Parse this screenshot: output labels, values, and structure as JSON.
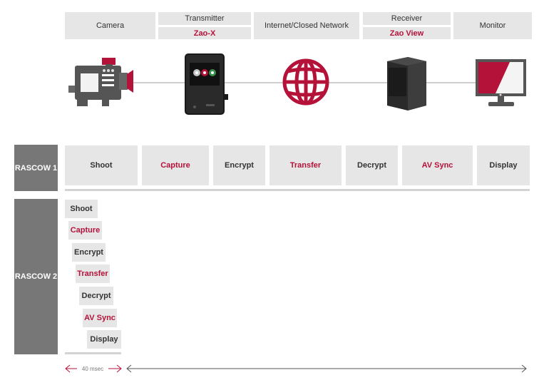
{
  "headers": {
    "camera": "Camera",
    "transmitter": "Transmitter",
    "transmitter_product": "Zao-X",
    "network": "Internet/Closed Network",
    "receiver": "Receiver",
    "receiver_product": "Zao View",
    "monitor": "Monitor"
  },
  "rascow1": {
    "label": "RASCOW 1",
    "steps": [
      "Shoot",
      "Capture",
      "Encrypt",
      "Transfer",
      "Decrypt",
      "AV Sync",
      "Display"
    ]
  },
  "rascow2": {
    "label": "RASCOW 2",
    "steps": [
      "Shoot",
      "Capture",
      "Encrypt",
      "Transfer",
      "Decrypt",
      "AV Sync",
      "Display"
    ]
  },
  "timing": {
    "label": "40 msec"
  },
  "colors": {
    "accent": "#b5123a",
    "box": "#e6e6e6",
    "label_bg": "#777777"
  },
  "icons": [
    "camera-icon",
    "transmitter-icon",
    "globe-icon",
    "receiver-icon",
    "monitor-icon"
  ]
}
